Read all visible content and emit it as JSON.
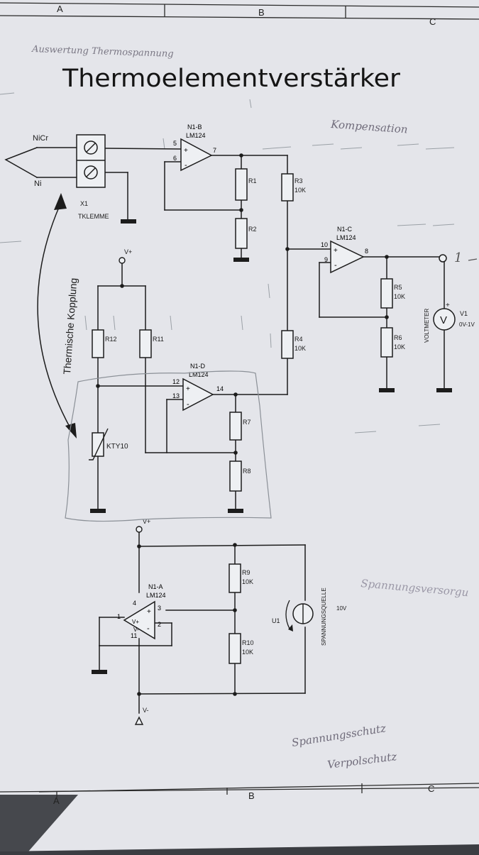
{
  "title": "Thermoelementverstärker",
  "handwritten": {
    "top_note": "Auswertung Thermospannung",
    "kompensation": "Kompensation",
    "spannungsversorgung": "Spannungsversorgu",
    "spannungsschutz": "Spannungsschutz",
    "verpolschutz": "Verpolschutz",
    "output_mark": "1"
  },
  "border": {
    "top_letters": [
      "A",
      "B",
      "C"
    ],
    "bottom_letters": [
      "A",
      "B",
      "C"
    ]
  },
  "thermocouple": {
    "wire1": "NiCr",
    "wire2": "Ni"
  },
  "terminal": {
    "ref": "X1",
    "name": "TKLEMME"
  },
  "coupling_label": "Thermische Kopplung",
  "opamps": {
    "n1b": {
      "ref": "N1-B",
      "part": "LM124",
      "pin_plus": "5",
      "pin_minus": "6",
      "pin_out": "7",
      "sign_plus": "+",
      "sign_minus": "-"
    },
    "n1c": {
      "ref": "N1-C",
      "part": "LM124",
      "pin_plus": "10",
      "pin_minus": "9",
      "pin_out": "8",
      "sign_plus": "+",
      "sign_minus": "-"
    },
    "n1d": {
      "ref": "N1-D",
      "part": "LM124",
      "pin_plus": "12",
      "pin_minus": "13",
      "pin_out": "14",
      "sign_plus": "+",
      "sign_minus": "-"
    },
    "n1a": {
      "ref": "N1-A",
      "part": "LM124",
      "pin_plus": "3",
      "pin_minus": "2",
      "pin_out": "1",
      "pin_vplus": "4",
      "pin_vminus": "11",
      "sign_plus": "+",
      "sign_minus": "-",
      "label_vplus": "V+",
      "label_vminus": "V-"
    }
  },
  "resistors": {
    "r1": {
      "ref": "R1",
      "value": ""
    },
    "r2": {
      "ref": "R2",
      "value": ""
    },
    "r3": {
      "ref": "R3",
      "value": "10K"
    },
    "r4": {
      "ref": "R4",
      "value": "10K"
    },
    "r5": {
      "ref": "R5",
      "value": "10K"
    },
    "r6": {
      "ref": "R6",
      "value": "10K"
    },
    "r7": {
      "ref": "R7",
      "value": ""
    },
    "r8": {
      "ref": "R8",
      "value": ""
    },
    "r9": {
      "ref": "R9",
      "value": "10K"
    },
    "r10": {
      "ref": "R10",
      "value": "10K"
    },
    "r11": {
      "ref": "R11",
      "value": ""
    },
    "r12": {
      "ref": "R12",
      "value": ""
    }
  },
  "sensor": {
    "ref": "KTY10"
  },
  "rails": {
    "vplus_top": "V+",
    "vplus_supply": "V+",
    "vminus_supply": "V-"
  },
  "voltmeter": {
    "ref": "V1",
    "range": "0V-1V",
    "label": "VOLTMETER",
    "symbol": "V",
    "sign": "+"
  },
  "source": {
    "ref": "U1",
    "label": "SPANNUNGSQUELLE",
    "value": "10V"
  },
  "colors": {
    "paper": "#e4e5ea",
    "ink": "#1c1c1c",
    "pencil": "#8a8f96",
    "handwriting": "#6f6b7a"
  }
}
